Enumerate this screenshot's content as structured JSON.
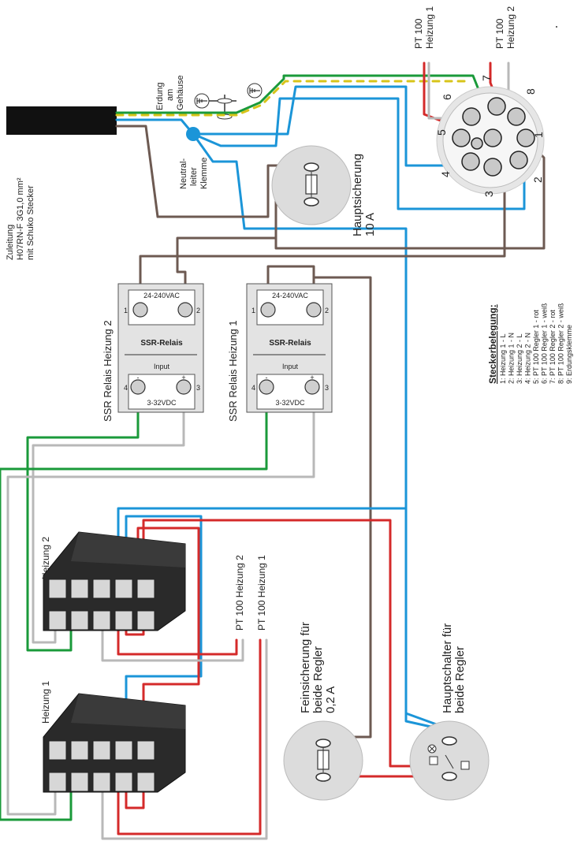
{
  "cable": {
    "label_line1": "Zuleitung",
    "label_line2": "H07RN-F 3G1,0 mm²",
    "label_line3": "mit Schuko Stecker"
  },
  "earth": {
    "label_line1": "Erdung",
    "label_line2": "am",
    "label_line3": "Gehäuse"
  },
  "neutral": {
    "label_line1": "Neutral-",
    "label_line2": "leiter",
    "label_line3": "Klemme"
  },
  "main_fuse": {
    "label_line1": "Hauptsicherung",
    "label_line2": "10 A"
  },
  "plug_pt100": {
    "label1_line1": "PT 100",
    "label1_line2": "Heizung 1",
    "label2_line1": "PT 100",
    "label2_line2": "Heizung 2"
  },
  "plug_pins": [
    "1",
    "2",
    "3",
    "4",
    "5",
    "6",
    "7",
    "8"
  ],
  "relays": [
    {
      "side_label": "SSR Relais Heizung 2",
      "title": "SSR-Relais",
      "ac_label": "24-240VAC",
      "input_label": "Input",
      "dc_label": "3-32VDC",
      "term1": "1",
      "term2": "2",
      "term3": "3",
      "term4": "4",
      "minus": "-",
      "plus": "+"
    },
    {
      "side_label": "SSR Relais Heizung 1",
      "title": "SSR-Relais",
      "ac_label": "24-240VAC",
      "input_label": "Input",
      "dc_label": "3-32VDC",
      "term1": "1",
      "term2": "2",
      "term3": "3",
      "term4": "4",
      "minus": "-",
      "plus": "+"
    }
  ],
  "legend": {
    "title": "Steckerbelegung:",
    "items": [
      "1: Heizung 1 - L",
      "2: Heizung 1 - N",
      "3: Heizung 2 - L",
      "4: Heizung 2 - N",
      "5: PT 100 Regler 1 - rot",
      "6: PT 100 Regler 1 - weiß",
      "7: PT 100 Regler 2 - rot",
      "8: PT 100 Regler 2 - weiß",
      "9: Erdungsklemme"
    ]
  },
  "controllers": [
    {
      "label": "Heizung 2"
    },
    {
      "label": "Heizung 1"
    }
  ],
  "pt100_labels": {
    "heizung2": "PT 100 Heizung 2",
    "heizung1": "PT 100 Heizung 1"
  },
  "fine_fuse": {
    "label_line1": "Feinsicherung für",
    "label_line2": "beide Regler",
    "label_line3": "0,2 A"
  },
  "main_switch": {
    "label_line1": "Hauptschalter für",
    "label_line2": "beide Regler"
  },
  "colors": {
    "brown": "#6d5a52",
    "blue": "#1b95d8",
    "green": "#1a9a3a",
    "gray": "#b8b8b8",
    "red": "#d42a2a"
  }
}
